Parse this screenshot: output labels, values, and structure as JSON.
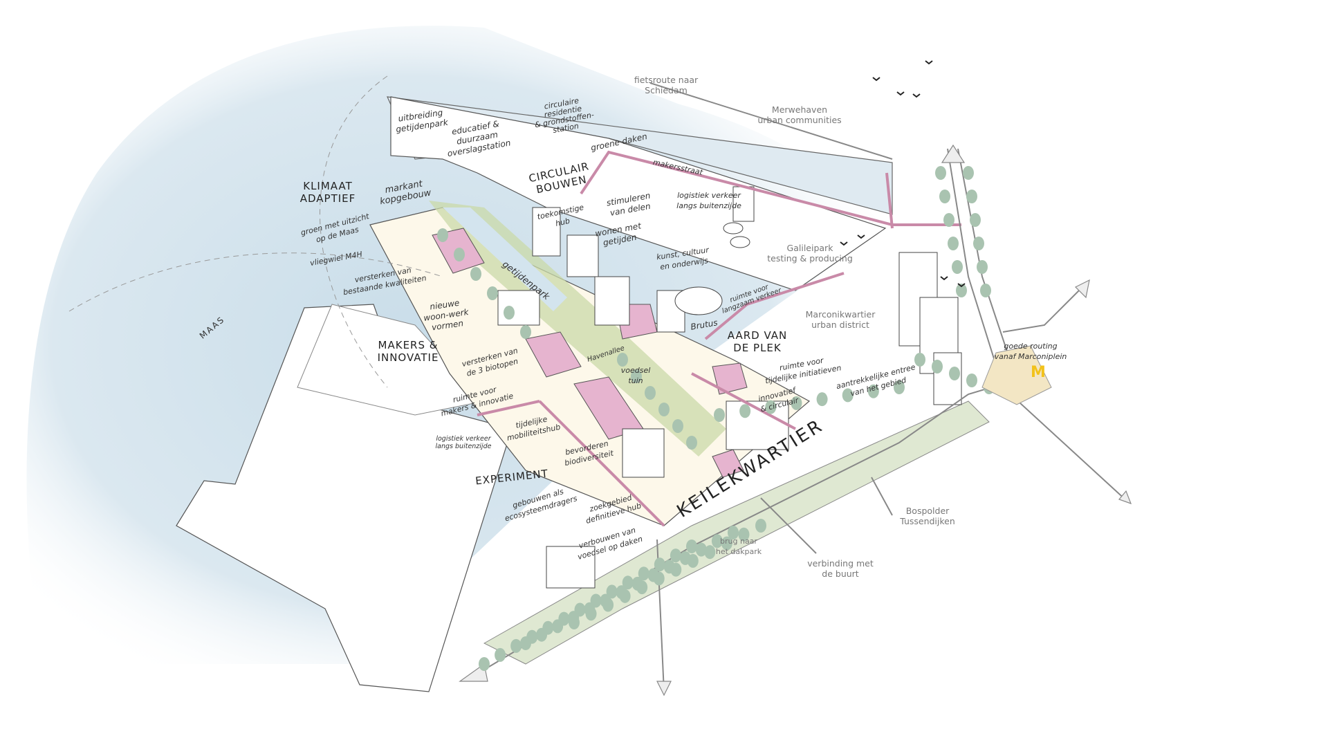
{
  "colors": {
    "water": "#d3e4ee",
    "green": "#c9d9a8",
    "pink": "#e6b4cf",
    "route": "#c98aa8",
    "tree": "#a9c3b0",
    "sand": "#f3e6c4",
    "metro": "#f2c21b"
  },
  "labels": {
    "fietsroute": [
      "fietsroute naar",
      "Schiedam"
    ],
    "merwehaven": [
      "Merwehaven",
      "urban communities"
    ],
    "uitbreiding": [
      "uitbreiding",
      "getijdenpark"
    ],
    "educatief": [
      "educatief &",
      "duurzaam",
      "overslagstation"
    ],
    "circulaire_residentie": [
      "circulaire",
      "residentie",
      "& grondstoffen-",
      "station"
    ],
    "groene_daken": "groene daken",
    "circulair_bouwen": [
      "CIRCULAIR",
      "BOUWEN"
    ],
    "makersstraat": "makersstraat",
    "klimaat_adaptief": [
      "KLIMAAT",
      "ADAPTIEF"
    ],
    "markant": [
      "markant",
      "kopgebouw"
    ],
    "toekomstige_hub": [
      "toekomstige",
      "hub"
    ],
    "stimuleren": [
      "stimuleren",
      "van delen"
    ],
    "logistiek_top": [
      "logistiek verkeer",
      "langs buitenzijde"
    ],
    "groen_uitzicht": [
      "groen met uitzicht",
      "op de Maas"
    ],
    "wonen": [
      "wonen met",
      "getijden"
    ],
    "galileipark": [
      "Galileipark",
      "testing & producing"
    ],
    "vliegwiel": "vliegwiel M4H",
    "kunst": [
      "kunst, cultuur",
      "en onderwijs"
    ],
    "getijdenpark": "getijdenpark",
    "versterken_bestaande": [
      "versterken van",
      "bestaande kwaliteiten"
    ],
    "langzaam_verkeer": [
      "ruimte voor",
      "langzaam verkeer"
    ],
    "nieuwe_woonwerk": [
      "nieuwe",
      "woon-werk",
      "vormen"
    ],
    "marconikwartier": [
      "Marconikwartier",
      "urban district"
    ],
    "makers_innovatie": [
      "MAKERS &",
      "INNOVATIE"
    ],
    "brutus": "Brutus",
    "aard_van_de_plek": [
      "AARD VAN",
      "DE PLEK"
    ],
    "maas": "MAAS",
    "goede_routing": [
      "goede routing",
      "vanaf Marconiplein"
    ],
    "versterken_biotopen": [
      "versterken van",
      "de 3 biotopen"
    ],
    "havenallee": "Havenallee",
    "tijdelijke_initiatieven": [
      "ruimte voor",
      "tijdelijke initiatieven"
    ],
    "voedseltuin": [
      "voedsel",
      "tuin"
    ],
    "ruimte_makers": [
      "ruimte voor",
      "makers & innovatie"
    ],
    "innovatief": [
      "innovatief",
      "& circulair"
    ],
    "aantrekkelijke_entree": [
      "aantrekkelijke entree",
      "van het gebied"
    ],
    "mobiliteitshub": [
      "tijdelijke",
      "mobiliteitshub"
    ],
    "logistiek_bottom": [
      "logistiek verkeer",
      "langs buitenzijde"
    ],
    "biodiversiteit": [
      "bevorderen",
      "biodiversiteit"
    ],
    "keilekwartier": "KEILEKWARTIER",
    "experiment": "EXPERIMENT",
    "ecosysteemdragers": [
      "gebouwen als",
      "ecosysteemdragers"
    ],
    "zoekgebied": [
      "zoekgebied",
      "definitieve hub"
    ],
    "voedsel_daken": [
      "verbouwen van",
      "voedsel op daken"
    ],
    "bospolder": [
      "Bospolder",
      "Tussendijken"
    ],
    "brug": [
      "brug naar",
      "het dakpark"
    ],
    "verbinding": [
      "verbinding met",
      "de buurt"
    ],
    "metro_logo": "M"
  }
}
